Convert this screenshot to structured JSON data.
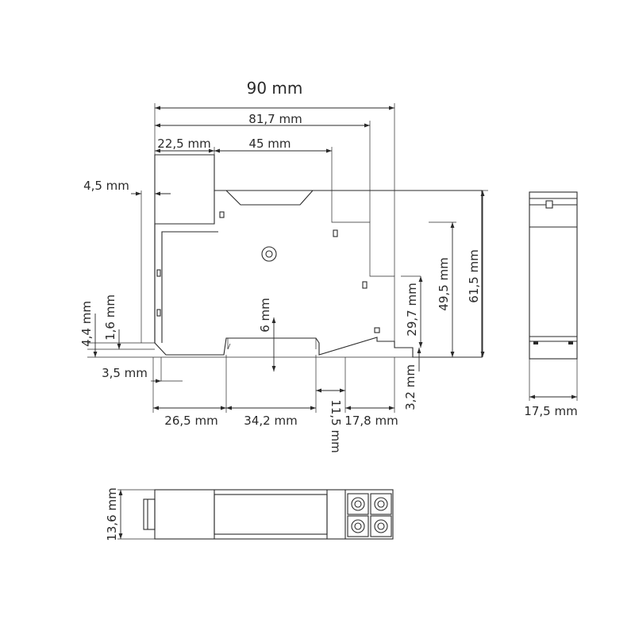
{
  "dimensions": {
    "overall_width": "90 mm",
    "body_width": "81,7 mm",
    "top_step_left": "22,5 mm",
    "top_step_width": "45 mm",
    "left_offset": "4,5 mm",
    "lower_height_a": "4,4 mm",
    "lower_height_b": "1,6 mm",
    "left_foot": "3,5 mm",
    "rail_slot_depth": "6 mm",
    "bottom_left": "26,5 mm",
    "bottom_slot": "34,2 mm",
    "bottom_gap": "11,5 mm",
    "bottom_right": "17,8 mm",
    "right_offset": "3,2 mm",
    "height_small": "29,7 mm",
    "height_mid": "49,5 mm",
    "height_total": "61,5 mm",
    "side_width": "17,5 mm",
    "bottom_depth": "13,6 mm"
  }
}
